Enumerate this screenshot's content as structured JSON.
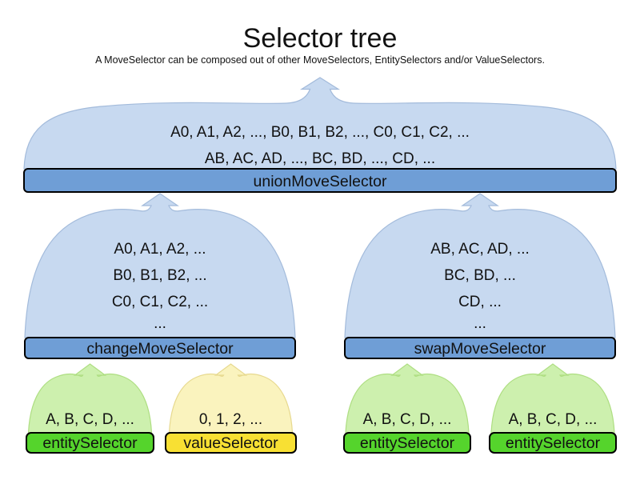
{
  "title": "Selector tree",
  "subtitle": "A MoveSelector can be composed out of other MoveSelectors, EntitySelectors and/or ValueSelectors.",
  "colors": {
    "cloud_blue": "#c7d9f0",
    "bar_blue": "#6f9ed6",
    "cloud_green": "#cdf0ae",
    "bar_green": "#55d42c",
    "cloud_yellow": "#faf3be",
    "bar_yellow": "#f8e033",
    "text": "#111111"
  },
  "nodes": {
    "union": {
      "label": "unionMoveSelector",
      "lines": [
        "A0, A1, A2, ..., B0, B1, B2, ..., C0, C1, C2, ...",
        "AB, AC, AD, ..., BC, BD, ..., CD, ..."
      ]
    },
    "change": {
      "label": "changeMoveSelector",
      "lines": [
        "A0, A1, A2, ...",
        "B0, B1, B2, ...",
        "C0, C1, C2, ...",
        "..."
      ]
    },
    "swap": {
      "label": "swapMoveSelector",
      "lines": [
        "AB, AC, AD, ...",
        "BC, BD, ...",
        "CD, ...",
        "..."
      ]
    },
    "leaves": [
      {
        "label": "entitySelector",
        "items": "A, B, C, D, ..."
      },
      {
        "label": "valueSelector",
        "items": "0, 1, 2, ..."
      },
      {
        "label": "entitySelector",
        "items": "A, B, C, D, ..."
      },
      {
        "label": "entitySelector",
        "items": "A, B, C, D, ..."
      }
    ]
  }
}
